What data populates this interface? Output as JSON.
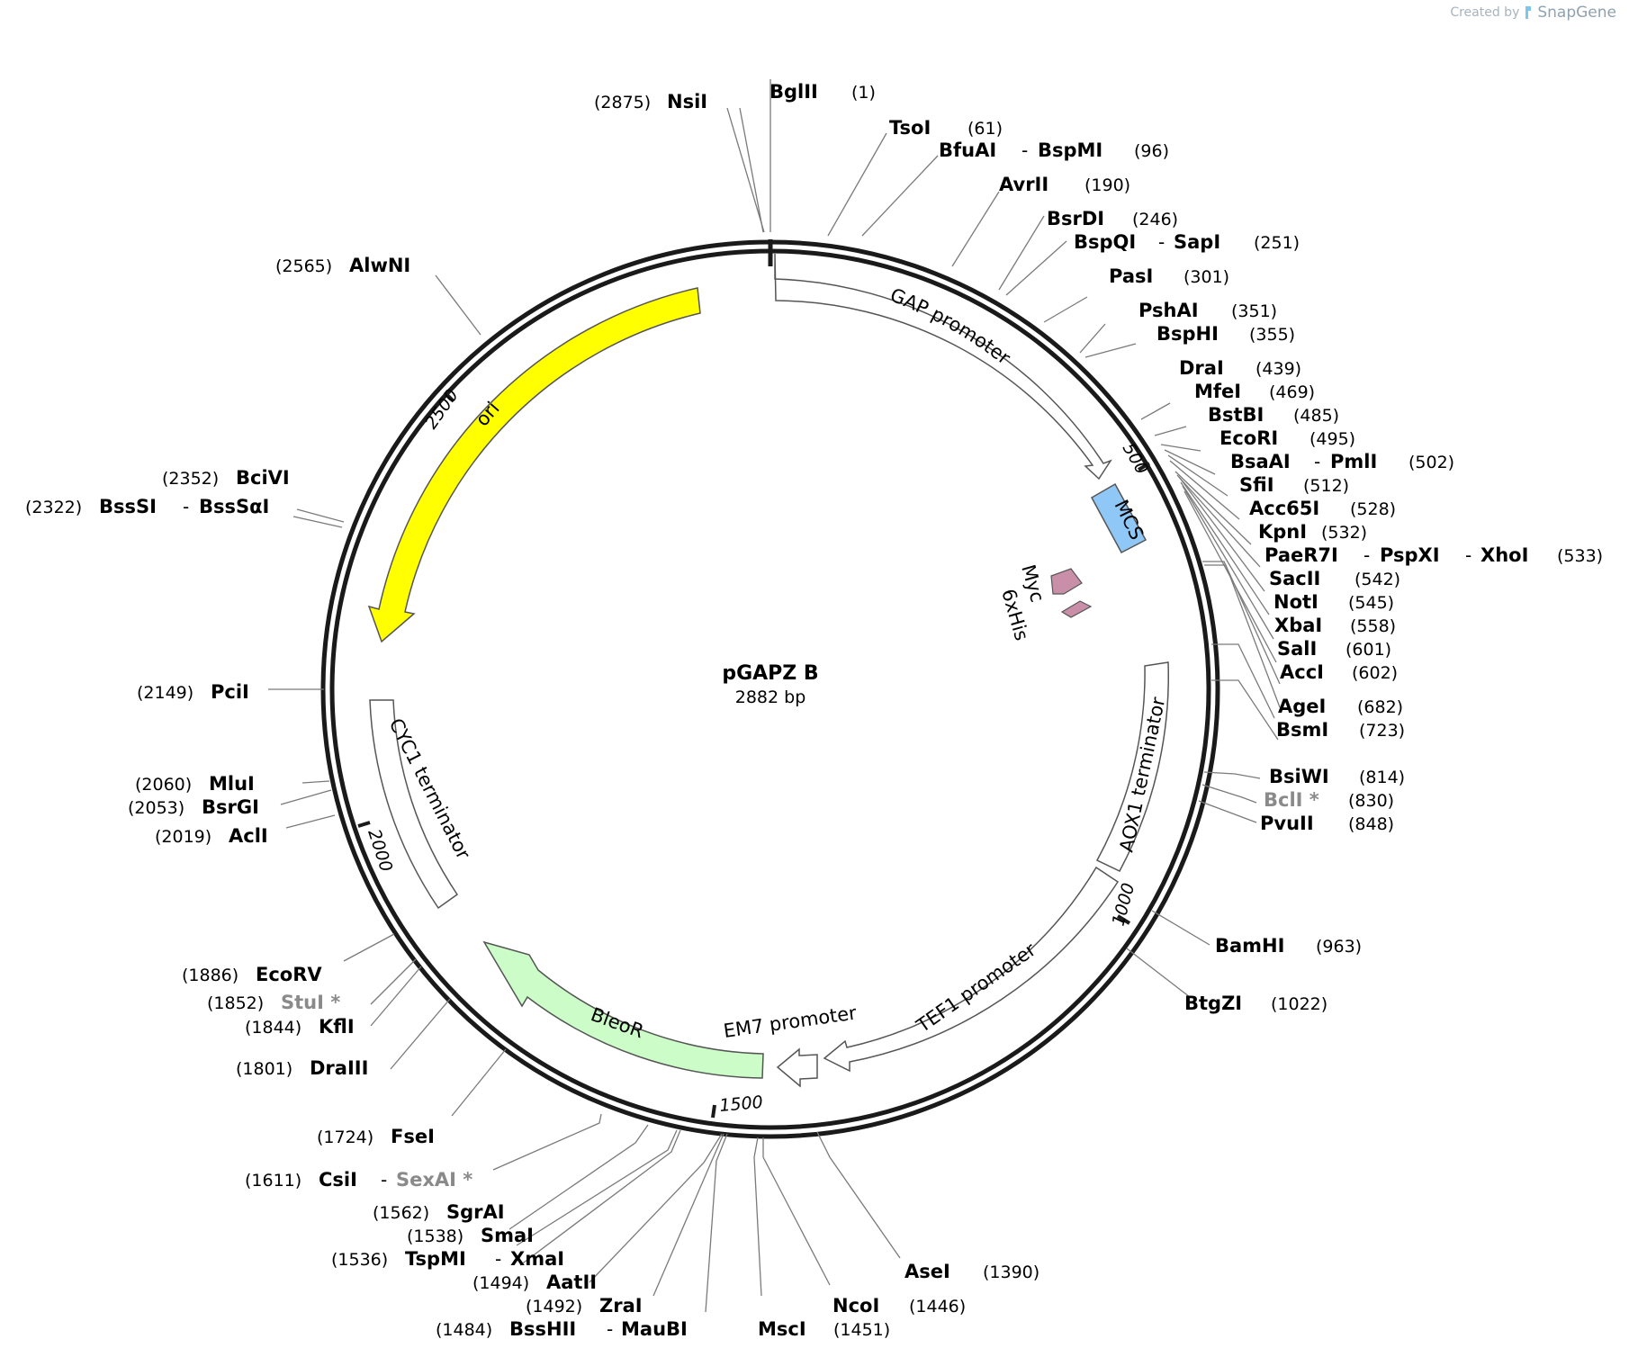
{
  "header": {
    "created_by": "Created by",
    "brand": "SnapGene"
  },
  "plasmid": {
    "name": "pGAPZ B",
    "size_label": "2882 bp",
    "length": 2882
  },
  "ticks": [
    {
      "label": "500",
      "pos": 500
    },
    {
      "label": "1000",
      "pos": 1000
    },
    {
      "label": "1500",
      "pos": 1500
    },
    {
      "label": "2000",
      "pos": 2000
    },
    {
      "label": "2500",
      "pos": 2500
    }
  ],
  "features": [
    {
      "name": "GAP promoter",
      "fill": "#ffffff"
    },
    {
      "name": "MCS",
      "fill": "#8fc8f7"
    },
    {
      "name": "Myc",
      "fill": "#c98fa9"
    },
    {
      "name": "6xHis",
      "fill": "#c98fa9"
    },
    {
      "name": "AOX1 terminator",
      "fill": "#ffffff"
    },
    {
      "name": "TEF1 promoter",
      "fill": "#ffffff"
    },
    {
      "name": "EM7 promoter",
      "fill": "#ffffff"
    },
    {
      "name": "BleoR",
      "fill": "#ccfdc9"
    },
    {
      "name": "CYC1 terminator",
      "fill": "#ffffff"
    },
    {
      "name": "ori",
      "fill": "#ffff00"
    }
  ],
  "enzymes": [
    {
      "names": [
        "BglII"
      ],
      "pos": "(1)"
    },
    {
      "names": [
        "TsoI"
      ],
      "pos": "(61)"
    },
    {
      "names": [
        "BfuAI",
        "BspMI"
      ],
      "pos": "(96)"
    },
    {
      "names": [
        "AvrII"
      ],
      "pos": "(190)"
    },
    {
      "names": [
        "BsrDI"
      ],
      "pos": "(246)"
    },
    {
      "names": [
        "BspQI",
        "SapI"
      ],
      "pos": "(251)"
    },
    {
      "names": [
        "PasI"
      ],
      "pos": "(301)"
    },
    {
      "names": [
        "PshAI"
      ],
      "pos": "(351)"
    },
    {
      "names": [
        "BspHI"
      ],
      "pos": "(355)"
    },
    {
      "names": [
        "DraI"
      ],
      "pos": "(439)"
    },
    {
      "names": [
        "MfeI"
      ],
      "pos": "(469)"
    },
    {
      "names": [
        "BstBI"
      ],
      "pos": "(485)"
    },
    {
      "names": [
        "EcoRI"
      ],
      "pos": "(495)"
    },
    {
      "names": [
        "BsaAI",
        "PmlI"
      ],
      "pos": "(502)"
    },
    {
      "names": [
        "SfiI"
      ],
      "pos": "(512)"
    },
    {
      "names": [
        "Acc65I"
      ],
      "pos": "(528)"
    },
    {
      "names": [
        "KpnI"
      ],
      "pos": "(532)"
    },
    {
      "names": [
        "PaeR7I",
        "PspXI",
        "XhoI"
      ],
      "pos": "(533)"
    },
    {
      "names": [
        "SacII"
      ],
      "pos": "(542)"
    },
    {
      "names": [
        "NotI"
      ],
      "pos": "(545)"
    },
    {
      "names": [
        "XbaI"
      ],
      "pos": "(558)"
    },
    {
      "names": [
        "SalI"
      ],
      "pos": "(601)"
    },
    {
      "names": [
        "AccI"
      ],
      "pos": "(602)"
    },
    {
      "names": [
        "AgeI"
      ],
      "pos": "(682)"
    },
    {
      "names": [
        "BsmI"
      ],
      "pos": "(723)"
    },
    {
      "names": [
        "BsiWI"
      ],
      "pos": "(814)"
    },
    {
      "names": [
        "BclI *"
      ],
      "pos": "(830)"
    },
    {
      "names": [
        "PvuII"
      ],
      "pos": "(848)"
    },
    {
      "names": [
        "BamHI"
      ],
      "pos": "(963)"
    },
    {
      "names": [
        "BtgZI"
      ],
      "pos": "(1022)"
    },
    {
      "names": [
        "AseI"
      ],
      "pos": "(1390)"
    },
    {
      "names": [
        "NcoI"
      ],
      "pos": "(1446)"
    },
    {
      "names": [
        "MscI"
      ],
      "pos": "(1451)"
    },
    {
      "names": [
        "BssHII",
        "MauBI"
      ],
      "pos": "(1484)"
    },
    {
      "names": [
        "ZraI"
      ],
      "pos": "(1492)"
    },
    {
      "names": [
        "AatII"
      ],
      "pos": "(1494)"
    },
    {
      "names": [
        "TspMI",
        "XmaI"
      ],
      "pos": "(1536)"
    },
    {
      "names": [
        "SmaI"
      ],
      "pos": "(1538)"
    },
    {
      "names": [
        "SgrAI"
      ],
      "pos": "(1562)"
    },
    {
      "names": [
        "CsiI",
        "SexAI *"
      ],
      "pos": "(1611)"
    },
    {
      "names": [
        "FseI"
      ],
      "pos": "(1724)"
    },
    {
      "names": [
        "DraIII"
      ],
      "pos": "(1801)"
    },
    {
      "names": [
        "KflI"
      ],
      "pos": "(1844)"
    },
    {
      "names": [
        "StuI *"
      ],
      "pos": "(1852)"
    },
    {
      "names": [
        "EcoRV"
      ],
      "pos": "(1886)"
    },
    {
      "names": [
        "AclI"
      ],
      "pos": "(2019)"
    },
    {
      "names": [
        "BsrGI"
      ],
      "pos": "(2053)"
    },
    {
      "names": [
        "MluI"
      ],
      "pos": "(2060)"
    },
    {
      "names": [
        "PciI"
      ],
      "pos": "(2149)"
    },
    {
      "names": [
        "BssSI",
        "BssSαI"
      ],
      "pos": "(2322)"
    },
    {
      "names": [
        "BciVI"
      ],
      "pos": "(2352)"
    },
    {
      "names": [
        "AlwNI"
      ],
      "pos": "(2565)"
    },
    {
      "names": [
        "NsiI"
      ],
      "pos": "(2875)"
    }
  ]
}
